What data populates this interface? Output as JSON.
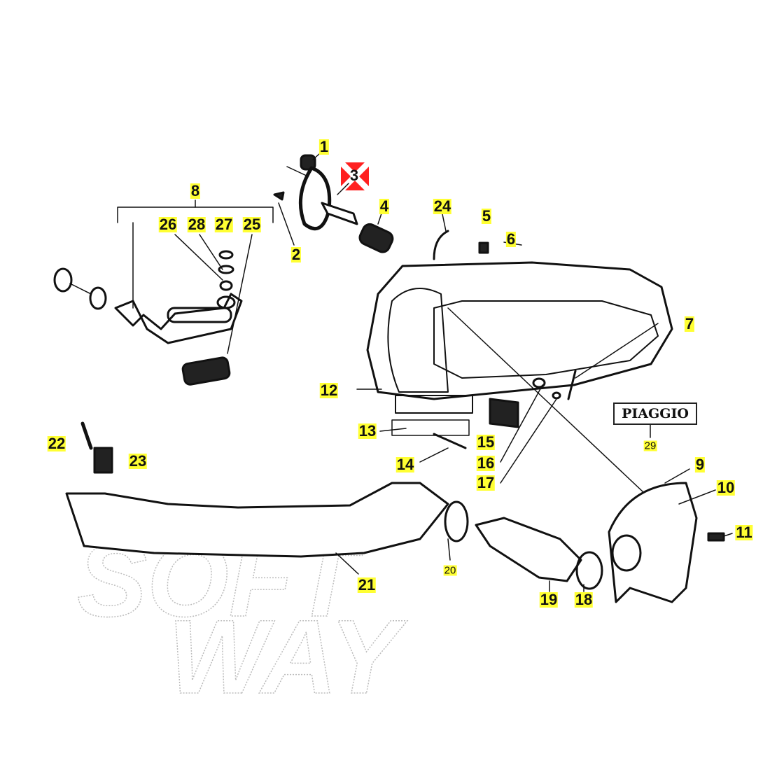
{
  "diagram": {
    "brand_label": "PIAGGIO",
    "watermark": "SOFT WAY",
    "highlight_color": "#ffff33",
    "selected_marker_color": "#ff2020",
    "selected_part": "3",
    "callouts": [
      "1",
      "2",
      "3",
      "4",
      "5",
      "6",
      "7",
      "8",
      "9",
      "10",
      "11",
      "12",
      "13",
      "14",
      "15",
      "16",
      "17",
      "18",
      "19",
      "20",
      "21",
      "22",
      "23",
      "24",
      "25",
      "26",
      "27",
      "28",
      "29"
    ]
  }
}
